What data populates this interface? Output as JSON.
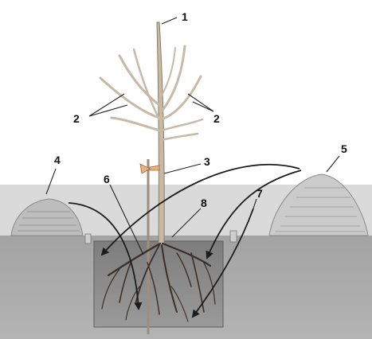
{
  "figure": {
    "labels": {
      "l1": "1",
      "l2a": "2",
      "l2b": "2",
      "l3": "3",
      "l4": "4",
      "l5": "5",
      "l6": "6",
      "l7": "7",
      "l8": "8"
    }
  },
  "colors": {
    "sky": "#ffffff",
    "ground_surface": "#d9d9d9",
    "soil": "#a9a9a9",
    "pit": "#8f8f8f",
    "trunk": "#bfb2a1",
    "tie": "#e7b47f"
  }
}
